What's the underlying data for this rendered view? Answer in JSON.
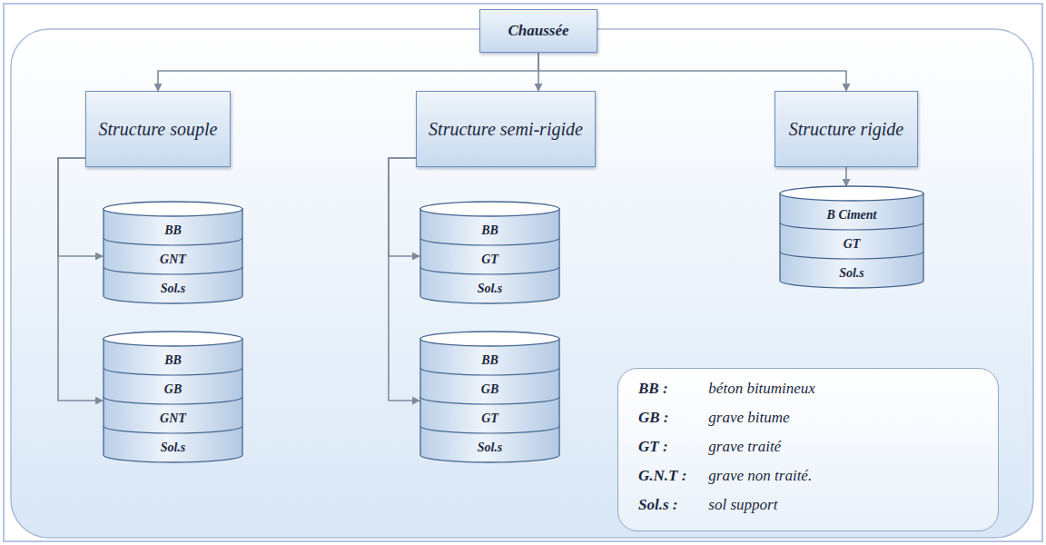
{
  "diagram": {
    "nodes": [
      {
        "text": [
          "Chaussée"
        ]
      },
      {
        "text": [
          "Structure souple"
        ]
      },
      {
        "text": [
          "Structure semi-rigide"
        ]
      },
      {
        "text": [
          "Structure rigide"
        ]
      },
      {
        "text": [
          "BB",
          "GNT",
          "Sol.s"
        ]
      },
      {
        "text": [
          "BB",
          "GT",
          "Sol.s"
        ]
      },
      {
        "text": [
          "B Ciment",
          "GT",
          "Sol.s"
        ]
      },
      {
        "text": [
          "BB",
          "GB",
          "GNT",
          "Sol.s"
        ]
      },
      {
        "text": [
          "BB",
          "GB",
          "GT",
          "Sol.s"
        ]
      },
      {
        "text": [
          "BB :",
          "béton bitumineux",
          "GB :",
          "grave bitume",
          "GT :",
          "grave traité",
          "G.N.T :",
          "grave non traité.",
          "Sol.s :",
          "sol support"
        ]
      }
    ],
    "edges": [
      {
        "from": 0,
        "to": 1,
        "arrow": "to"
      },
      {
        "from": 0,
        "to": 2,
        "arrow": "to"
      },
      {
        "from": 0,
        "to": 3,
        "arrow": "to"
      },
      {
        "from": 1,
        "to": 4,
        "arrow": "to"
      },
      {
        "from": 1,
        "to": 7,
        "arrow": "to"
      },
      {
        "from": 2,
        "to": 5,
        "arrow": "to"
      },
      {
        "from": 2,
        "to": 8,
        "arrow": "to"
      },
      {
        "from": 3,
        "to": 6,
        "arrow": "to"
      }
    ]
  }
}
